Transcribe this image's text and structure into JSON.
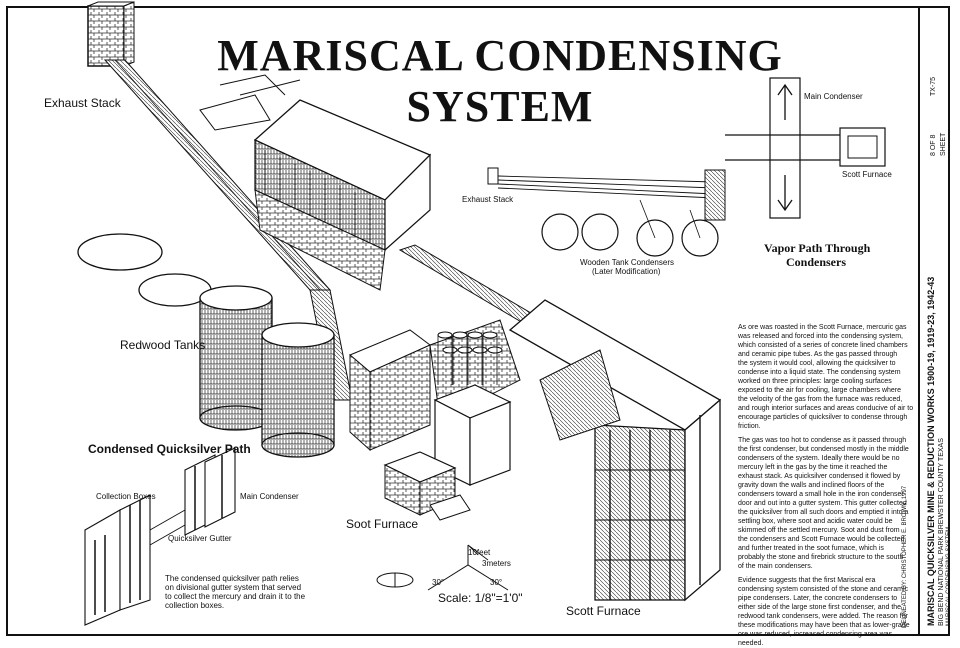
{
  "title": "MARISCAL CONDENSING SYSTEM",
  "labels": {
    "exhaust_stack": "Exhaust Stack",
    "redwood_tanks": "Redwood Tanks",
    "soot_furnace_1": "Soot Furnace",
    "soot_furnace_2": "Scott Furnace",
    "condensed_path": "Condensed Quicksilver Path",
    "collection_boxes": "Collection Boxes",
    "main_condenser": "Main Condenser",
    "quicksilver_gutter": "Quicksilver Gutter",
    "vapor_path_1": "Vapor Path Through",
    "vapor_path_2": "Condensers",
    "inset_main_condenser": "Main Condenser",
    "inset_scott_furnace": "Scott Furnace",
    "inset_exhaust_stack": "Exhaust Stack",
    "wooden_tank_1": "Wooden Tank Condensers",
    "wooden_tank_2": "(Later Modification)",
    "gutter_caption_1": "The condensed quicksilver path relies",
    "gutter_caption_2": "on divisional gutter system that served",
    "gutter_caption_3": "to collect the mercury and drain it to the",
    "gutter_caption_4": "collection boxes.",
    "scale_text": "Scale: 1/8\"=1'0\"",
    "scale_feet": "10feet",
    "scale_meters": "3meters",
    "angle_left": "30°",
    "angle_right": "30°"
  },
  "description": [
    "As ore was roasted in the Scott Furnace, mercuric gas",
    "was released and forced into the condensing system,",
    "which consisted of a series of concrete lined chambers",
    "and ceramic pipe tubes. As the gas passed through",
    "the system it would cool, allowing the quicksilver to",
    "condense into a liquid state. The condensing system",
    "worked on three principles: large cooling surfaces",
    "exposed to the air for cooling, large chambers where",
    "the velocity of the gas from the furnace was reduced,",
    "and rough interior surfaces and areas conducive of air to",
    "encourage particles of quicksilver to condense through",
    "friction.",
    "",
    "The gas was too hot to condense as it passed through",
    "the first condenser, but condensed mostly in the middle",
    "condensers of the system. Ideally there would be no",
    "mercury left in the gas by the time it reached the",
    "exhaust stack. As quicksilver condensed it flowed by",
    "gravity down the walls and inclined floors of the",
    "condensers toward a small hole in the iron condenser",
    "door and out into a gutter system. This gutter collected",
    "the quicksilver from all such doors and emptied it into a",
    "settling box, where soot and acidic water could be",
    "skimmed off the settled mercury. Soot and dust from",
    "the condensers and Scott Furnace would be collected",
    "and further treated in the soot furnace, which is",
    "probably the stone and firebrick structure to the south",
    "of the main condensers.",
    "",
    "Evidence suggests that the first Mariscal era",
    "condensing system consisted of the stone and ceramic",
    "pipe condensers. Later, the concrete condensers to",
    "either side of the large stone first condenser, and the",
    "redwood tank condensers, were added. The reason for",
    "these modifications may have been that as lower-grade",
    "ore was reduced, increased condensing area was",
    "needed."
  ],
  "title_block": {
    "line_1": "MARISCAL QUICKSILVER MINE & REDUCTION WORKS  1900-19, 1919-23, 1942-43",
    "line_2": "BIG BEND NATIONAL PARK  BREWSTER COUNTY  TEXAS",
    "line_3": "MARISCAL CONDENSING SYSTEM",
    "sheet_label": "SHEET",
    "sheet_no": "8 OF 8",
    "haer_no": "TX-75",
    "drawn_by": "DELINEATED BY: CHRISTOPHER E. BROWN, 1997"
  },
  "colors": {
    "ink": "#111111",
    "paper": "#ffffff",
    "hatch": "#444444"
  }
}
